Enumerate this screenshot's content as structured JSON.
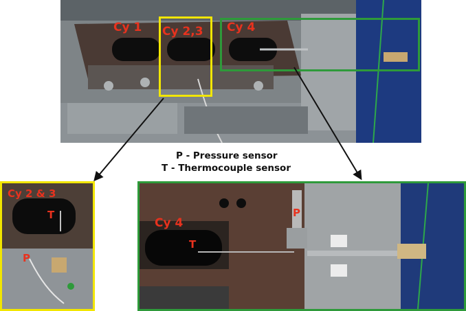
{
  "legend": {
    "line1": "P - Pressure sensor",
    "line2": "T - Thermocouple sensor"
  },
  "top_photo": {
    "label_cy1": "Cy 1",
    "label_cy23": "Cy 2,3",
    "label_cy4": "Cy 4"
  },
  "inset_left": {
    "title": "Cy 2 & 3",
    "label_t": "T",
    "label_p": "P"
  },
  "inset_right": {
    "title": "Cy 4",
    "label_t": "T",
    "label_p": "P"
  },
  "colors": {
    "yellow_box": "#f2e600",
    "green_box": "#2e9a3a",
    "label_red": "#e8321e"
  }
}
